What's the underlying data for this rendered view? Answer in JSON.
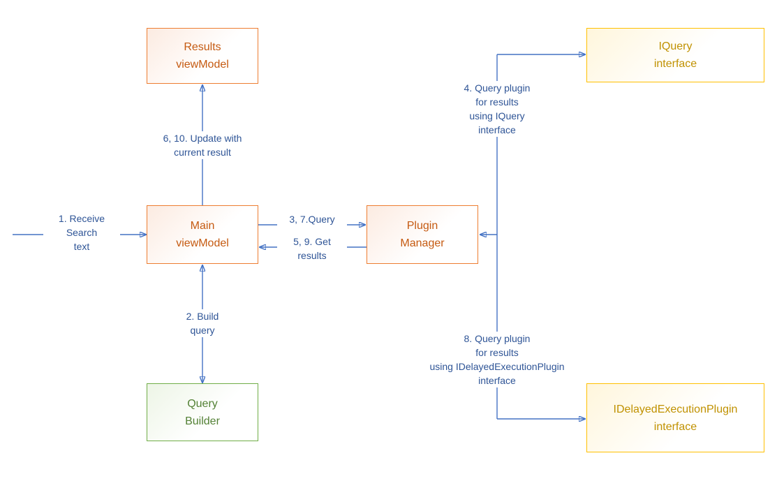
{
  "nodes": {
    "results_viewmodel": {
      "label": "Results\nviewModel"
    },
    "iquery_interface": {
      "label": "IQuery\ninterface"
    },
    "main_viewmodel": {
      "label": "Main\nviewModel"
    },
    "plugin_manager": {
      "label": "Plugin\nManager"
    },
    "query_builder": {
      "label": "Query\nBuilder"
    },
    "idelayed_interface": {
      "label": "IDelayedExecutionPlugin\ninterface"
    }
  },
  "edges": {
    "receive_search": {
      "label": "1. Receive\nSearch\ntext"
    },
    "update_result": {
      "label": "6, 10. Update with\ncurrent result"
    },
    "query": {
      "label": "3, 7.Query"
    },
    "get_results": {
      "label": "5, 9. Get\nresults"
    },
    "build_query": {
      "label": "2. Build\nquery"
    },
    "query_iquery": {
      "label": "4. Query plugin\nfor results\nusing IQuery\ninterface"
    },
    "query_idelayed": {
      "label": "8. Query plugin\nfor results\nusing IDelayedExecutionPlugin\ninterface"
    }
  },
  "colors": {
    "orange_border": "#ED7D31",
    "orange_text": "#C55A11",
    "gold_border": "#FFC000",
    "gold_text": "#C09100",
    "green_border": "#70AD47",
    "green_text": "#538135",
    "arrow": "#4472C4",
    "edge_label_text": "#2E5496",
    "background": "#FFFFFF"
  }
}
